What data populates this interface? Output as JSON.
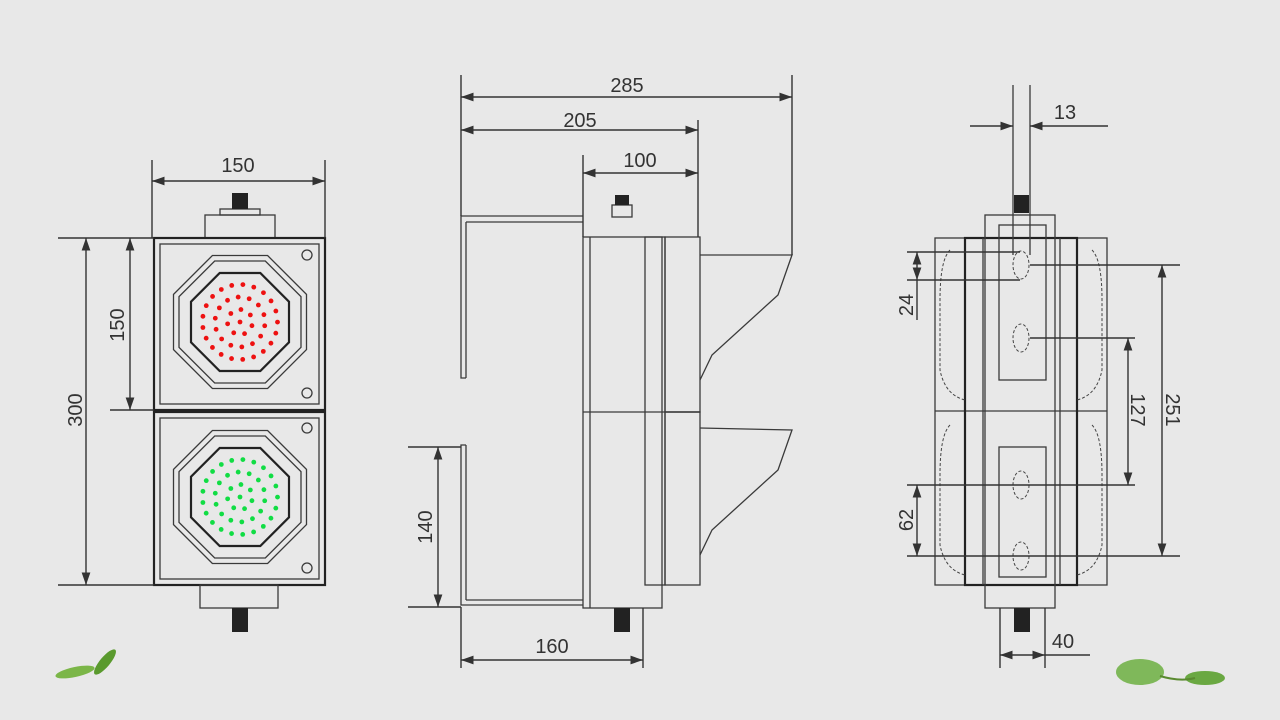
{
  "drawing": {
    "front_view": {
      "width_top": "150",
      "height_total": "300",
      "module_height": "150",
      "top_color": "#ee1111",
      "bottom_color": "#11dd44"
    },
    "side_view": {
      "depth_total": "285",
      "bracket_depth": "205",
      "body_depth": "100",
      "bracket_height": "140",
      "bracket_bottom": "160"
    },
    "rear_view": {
      "rod_width": "13",
      "slot_length": "24",
      "slot_spacing_bottom": "62",
      "slot_spacing_middle": "127",
      "slot_span": "251",
      "plate_width": "40"
    }
  },
  "colors": {
    "background": "#e8e8e8",
    "line": "#333333",
    "leaf": "#6fae3c"
  }
}
